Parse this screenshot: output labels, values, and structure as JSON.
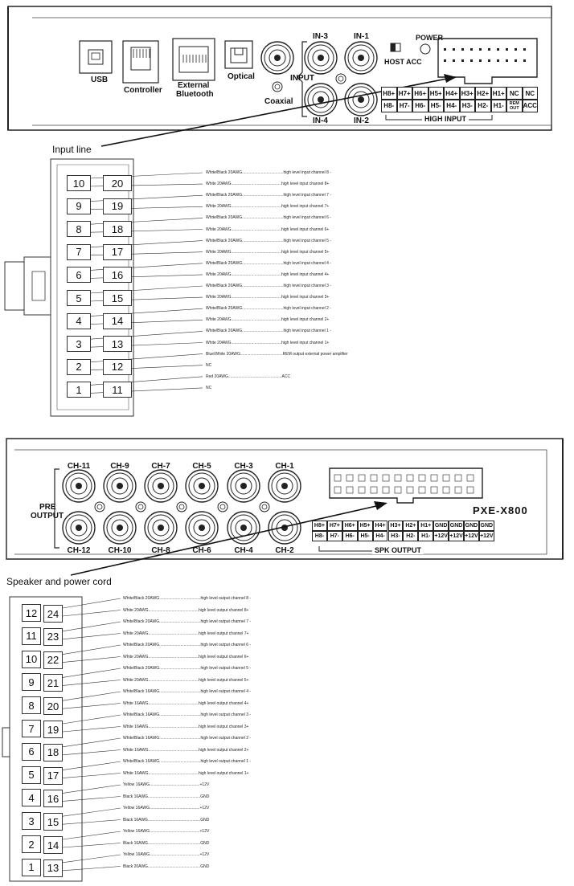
{
  "input_panel": {
    "usb": "USB",
    "controller": "Controller",
    "external_bt_1": "External",
    "external_bt_2": "Bluetooth",
    "optical": "Optical",
    "coaxial": "Coaxial",
    "input": "INPUT",
    "in3": "IN-3",
    "in1": "IN-1",
    "in4": "IN-4",
    "in2": "IN-2",
    "power": "POWER",
    "host_acc": "HOST ACC",
    "high_input": "HIGH INPUT",
    "high_row1": [
      "H8+",
      "H7+",
      "H6+",
      "H5+",
      "H4+",
      "H3+",
      "H2+",
      "H1+",
      "NC",
      "NC"
    ],
    "high_row2": [
      "H8-",
      "H7-",
      "H6-",
      "H5-",
      "H4-",
      "H3-",
      "H2-",
      "H1-",
      "REM OUT",
      "ACC"
    ]
  },
  "input_line": {
    "title": "Input line",
    "rows": [
      {
        "left": "10",
        "right": "20"
      },
      {
        "left": "9",
        "right": "19"
      },
      {
        "left": "8",
        "right": "18"
      },
      {
        "left": "7",
        "right": "17"
      },
      {
        "left": "6",
        "right": "16"
      },
      {
        "left": "5",
        "right": "15"
      },
      {
        "left": "4",
        "right": "14"
      },
      {
        "left": "3",
        "right": "13"
      },
      {
        "left": "2",
        "right": "12"
      },
      {
        "left": "1",
        "right": "11"
      }
    ],
    "wires": [
      "White/Black 20AWG.....................................high level input channel 8 -",
      "White 20AWG.............................................high level input channel 8+",
      "White/Black 20AWG.....................................high level input channel 7 -",
      "White 20AWG.............................................high level input channel 7+",
      "White/Black 20AWG.....................................high level input channel 6 -",
      "White 20AWG.............................................high level input channel 6+",
      "White/Black 20AWG.....................................high level input channel 5 -",
      "White 20AWG.............................................high level input channel 5+",
      "White/Black 20AWG.....................................high level input channel 4 -",
      "White 20AWG.............................................high level input channel 4+",
      "White/Black 20AWG.....................................high level input channel 3 -",
      "White 20AWG.............................................high level input channel 3+",
      "White/Black 20AWG.....................................high level input channel 2 -",
      "White 20AWG.............................................high level input channel 2+",
      "White/Black 20AWG.....................................high level input channel 1 -",
      "White 20AWG.............................................high level input channel 1+",
      "Blue/White 20AWG......................................REM output external power amplifier",
      "NC",
      "Red 20AWG................................................ACC",
      "NC"
    ]
  },
  "output_panel": {
    "pre_1": "PRE",
    "pre_2": "OUTPUT",
    "top_channels": [
      "CH-11",
      "CH-9",
      "CH-7",
      "CH-5",
      "CH-3",
      "CH-1"
    ],
    "bottom_channels": [
      "CH-12",
      "CH-10",
      "CH-8",
      "CH-6",
      "CH-4",
      "CH-2"
    ],
    "model": "PXE-X800",
    "spk_output": "SPK OUTPUT",
    "spk_row1": [
      "H8+",
      "H7+",
      "H6+",
      "H5+",
      "H4+",
      "H3+",
      "H2+",
      "H1+",
      "GND",
      "GND",
      "GND",
      "GND"
    ],
    "spk_row2": [
      "H8-",
      "H7-",
      "H6-",
      "H5-",
      "H4-",
      "H3-",
      "H2-",
      "H1-",
      "+12V",
      "+12V",
      "+12V",
      "+12V"
    ]
  },
  "speaker_line": {
    "title": "Speaker and power cord",
    "rows": [
      {
        "left": "12",
        "right": "24"
      },
      {
        "left": "11",
        "right": "23"
      },
      {
        "left": "10",
        "right": "22"
      },
      {
        "left": "9",
        "right": "21"
      },
      {
        "left": "8",
        "right": "20"
      },
      {
        "left": "7",
        "right": "19"
      },
      {
        "left": "6",
        "right": "18"
      },
      {
        "left": "5",
        "right": "17"
      },
      {
        "left": "4",
        "right": "16"
      },
      {
        "left": "3",
        "right": "15"
      },
      {
        "left": "2",
        "right": "14"
      },
      {
        "left": "1",
        "right": "13"
      }
    ],
    "wires": [
      "White/Black 20AWG.....................................high level output channel 8 -",
      "White 20AWG.............................................high level output channel 8+",
      "White/Black 20AWG.....................................high level output channel 7 -",
      "White 20AWG.............................................high level output channel 7+",
      "White/Black 20AWG.....................................high level output channel 6 -",
      "White 20AWG.............................................high level output channel 6+",
      "White/Black 20AWG.....................................high level output channel 5 -",
      "White 20AWG.............................................high level output channel 5+",
      "White/Black 16AWG.....................................high level output channel 4 -",
      "White 16AWG.............................................high level output channel 4+",
      "White/Black 16AWG.....................................high level output channel 3 -",
      "White 16AWG.............................................high level output channel 3+",
      "White/Black 16AWG.....................................high level output channel 2 -",
      "White 16AWG.............................................high level output channel 2+",
      "White/Black 16AWG.....................................high level output channel 1 -",
      "White 16AWG.............................................high level output channel 1+",
      "Yellow 16AWG.............................................+12V",
      "Black 16AWG...............................................GND",
      "Yellow 16AWG.............................................+12V",
      "Black 16AWG...............................................GND",
      "Yellow 16AWG.............................................+12V",
      "Black 16AWG...............................................GND",
      "Yellow 16AWG.............................................+12V",
      "Black 20AWG...............................................GND"
    ]
  }
}
